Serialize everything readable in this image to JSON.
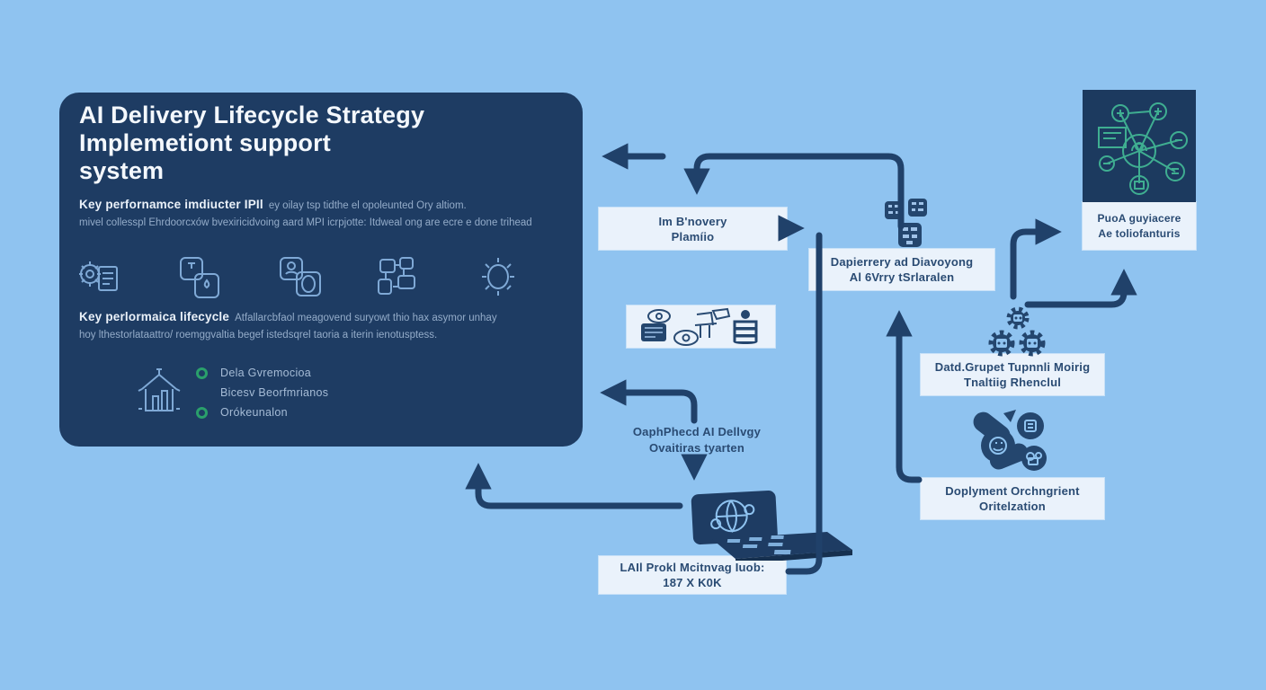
{
  "colors": {
    "background": "#8FC3F0",
    "panel_navy": "#1E3C63",
    "arrow_navy": "#20416A",
    "box_fill": "#EAF2FB",
    "box_text": "#2A4B73",
    "bullet_green": "#2AA06B",
    "network_teal": "#3FAE91",
    "panel_muted_text": "#94ACC9",
    "panel_icon_line": "#7FA9D6"
  },
  "panel": {
    "title_lines": [
      "AI Delivery Lifecycle Strategy",
      "Implemetiont support",
      "system"
    ],
    "kpi_heading": "Key perfornamce imdiucter IPIl",
    "kpi_text": "ey oilay tsp tidthe el opoleunted Ory altiom.",
    "kpi_text2": "mivel collesspl Ehrdoorcxów bvexiricidvoing aard MPI icrpjotte: Itdweal ong are ecre e done trihead",
    "icons": [
      "gear-document-icon",
      "flask-squares-icon",
      "layered-squares-icon",
      "puzzle-modules-icon",
      "sync-cycle-icon"
    ],
    "lifecycle_heading": "Key perlormaica lifecycle",
    "lifecycle_text": "Atfallarcbfaol meagovend suryowt thio hax asymor unhay",
    "lifecycle_text2": "hoy lthestorlataattro/ roemggvaltia begef istedsqrel taoria a iterin ienotusptess.",
    "bullets": [
      "Dela Gvremocioa",
      "Bicesv Beorfmrianos",
      "Orókeunalon"
    ]
  },
  "flow": {
    "discovery": {
      "line1": "Im B'novery",
      "line2": "Plamíio"
    },
    "delivery": {
      "line1": "Dapierrery ad Diavoyong",
      "line2": "Al 6Vrry tSrlaralen"
    },
    "data_training": {
      "line1": "Datd.Grupet Tupnnli Moirig",
      "line2": "Tnaltiig Rhenclul"
    },
    "deployment": {
      "line1": "Doplyment Orchngrient",
      "line2": "Oritelzation"
    },
    "monitoring": {
      "line1": "LAIl Prokl Mcitnvag Iuob:",
      "line2": "187 X K0K"
    },
    "product": {
      "line1": "PuoA guyiacere",
      "line2": "Ae toliofanturis"
    },
    "note": {
      "line1": "OaphPhecd AI Dellvgy",
      "line2": "Ovaitiras tyarten"
    }
  }
}
